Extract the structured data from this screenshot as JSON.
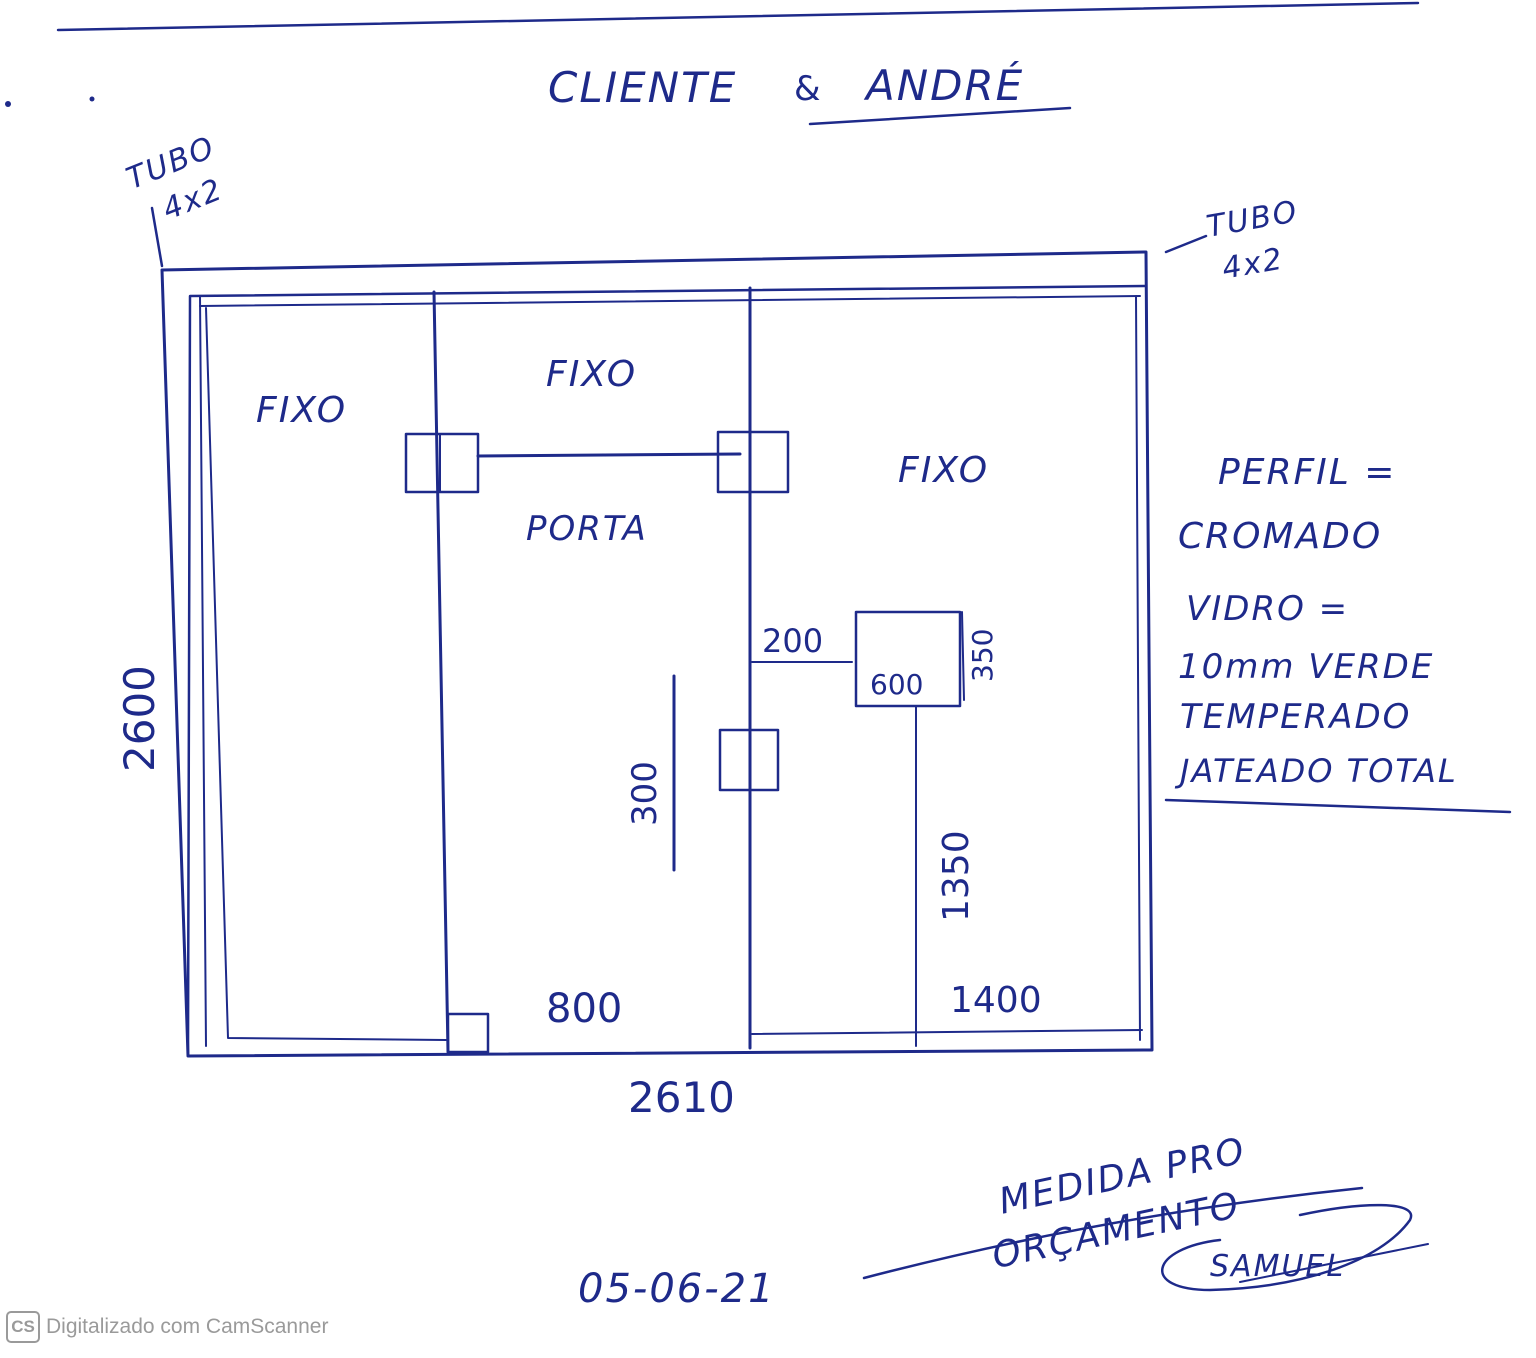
{
  "ink_color": "#1e2a8a",
  "title": {
    "client_label": "CLIENTE",
    "client_name": "ANDRÉ"
  },
  "tubes": {
    "left": {
      "name": "TUBO",
      "size": "4x2"
    },
    "right": {
      "name": "TUBO",
      "size": "4x2"
    }
  },
  "panels": {
    "left": "FIXO",
    "top": "FIXO",
    "right": "FIXO",
    "door": "PORTA"
  },
  "dimensions": {
    "height": "2600",
    "width": "2610",
    "door_width": "800",
    "right_width": "1400",
    "handle_length": "300",
    "lock_offset": "200",
    "lock_width": "600",
    "lock_height": "350",
    "lock_floor_height": "1350"
  },
  "notes": {
    "perfil_label": "PERFIL =",
    "perfil_value": "CROMADO",
    "vidro_label": "VIDRO =",
    "vidro_line1": "10mm VERDE",
    "vidro_line2": "TEMPERADO",
    "vidro_line3": "JATEADO TOTAL"
  },
  "footer": {
    "medida_line1": "MEDIDA PRO",
    "medida_line2": "ORÇAMENTO",
    "date": "05-06-21",
    "signature": "SAMUEL"
  },
  "watermark": {
    "logo": "CS",
    "text": "Digitalizado com CamScanner"
  }
}
